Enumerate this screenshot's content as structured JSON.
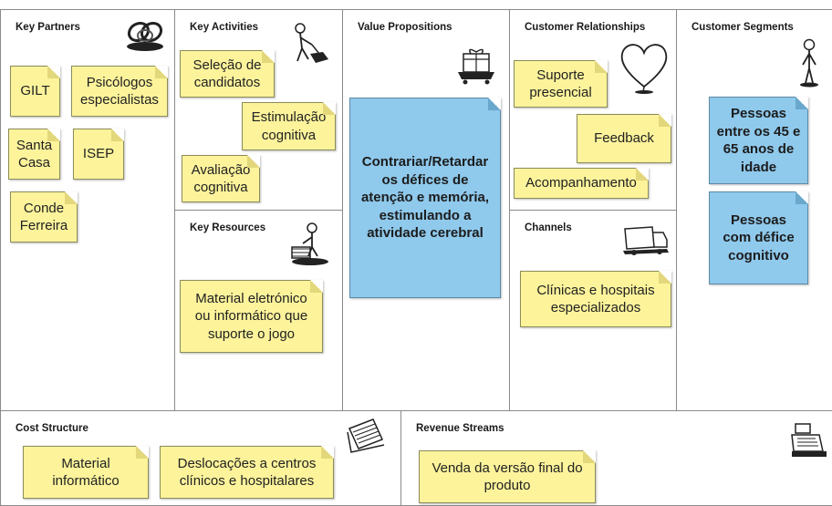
{
  "sections": {
    "key_partners": {
      "title": "Key Partners",
      "notes": [
        "GILT",
        "Psicólogos especialistas",
        "Santa Casa",
        "ISEP",
        "Conde Ferreira"
      ]
    },
    "key_activities": {
      "title": "Key Activities",
      "notes": [
        "Seleção de candidatos",
        "Estimulação cognitiva",
        "Avaliação cognitiva"
      ]
    },
    "key_resources": {
      "title": "Key Resources",
      "notes": [
        "Material eletrónico ou informático que suporte o jogo"
      ]
    },
    "value_propositions": {
      "title": "Value Propositions",
      "notes": [
        "Contrariar/Retardar os défices de atenção e memória, estimulando a atividade cerebral"
      ]
    },
    "customer_relationships": {
      "title": "Customer Relationships",
      "notes": [
        "Suporte presencial",
        "Feedback",
        "Acompanhamento"
      ]
    },
    "channels": {
      "title": "Channels",
      "notes": [
        "Clínicas e hospitais especializados"
      ]
    },
    "customer_segments": {
      "title": "Customer Segments",
      "notes": [
        "Pessoas entre os 45 e 65 anos de idade",
        "Pessoas com défice cognitivo"
      ]
    },
    "cost_structure": {
      "title": "Cost Structure",
      "notes": [
        "Material informático",
        "Deslocações a centros clínicos e hospitalares"
      ]
    },
    "revenue_streams": {
      "title": "Revenue Streams",
      "notes": [
        "Venda da versão final do produto"
      ]
    }
  },
  "colors": {
    "note_yellow": "#fcf39b",
    "note_blue": "#8fc9ec",
    "border": "#8a8a8a"
  },
  "icons": {
    "key_partners": "chain-links-icon",
    "key_activities": "person-working-icon",
    "key_resources": "person-with-cart-icon",
    "value_propositions": "gift-cart-icon",
    "customer_relationships": "heart-icon",
    "channels": "truck-icon",
    "customer_segments": "person-icon",
    "cost_structure": "documents-icon",
    "revenue_streams": "cash-register-icon"
  }
}
